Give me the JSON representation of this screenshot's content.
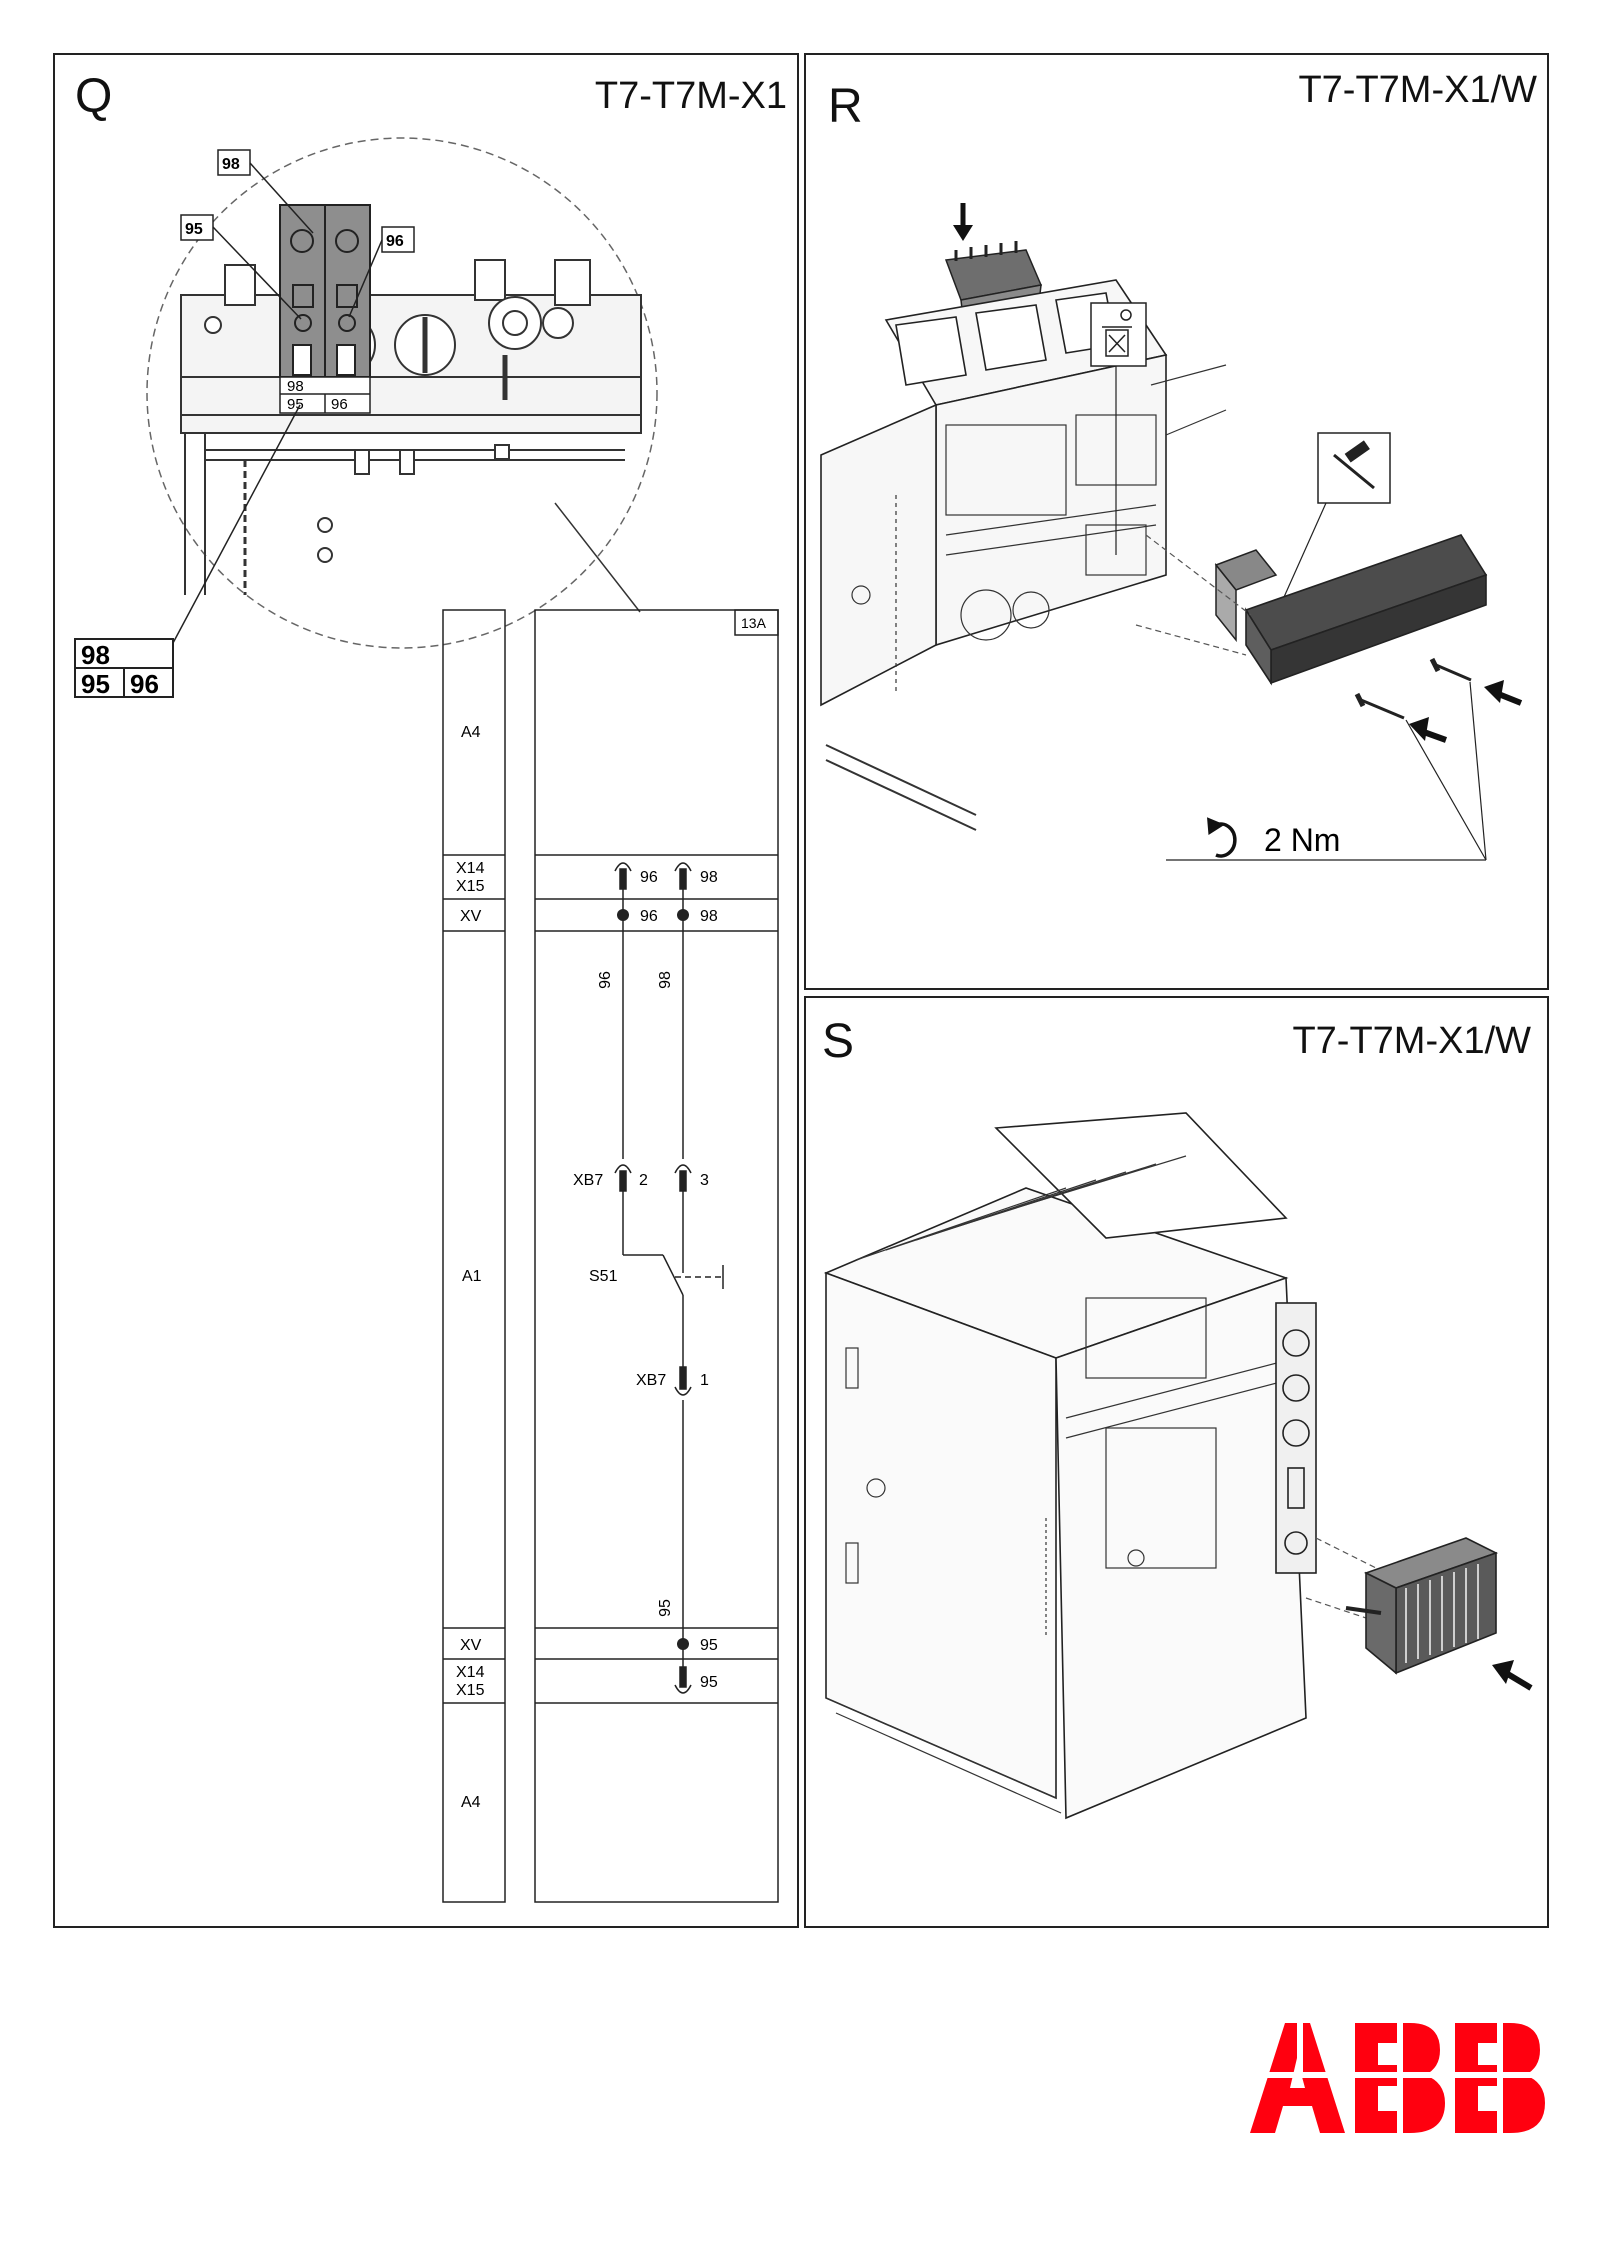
{
  "panels": {
    "q": {
      "label": "Q",
      "title": "T7-T7M-X1"
    },
    "r": {
      "label": "R",
      "title": "T7-T7M-X1/W",
      "torque": "2 Nm"
    },
    "s": {
      "label": "S",
      "title": "T7-T7M-X1/W"
    }
  },
  "detail": {
    "callout_98": "98",
    "callout_95": "95",
    "callout_96": "96",
    "block_top": "98",
    "block_bottom_left": "95",
    "block_bottom_right": "96"
  },
  "legend": {
    "top": "98",
    "bottom_left": "95",
    "bottom_right": "96"
  },
  "schematic": {
    "sheet_ref": "13A",
    "zones": {
      "top": "A4",
      "middle": "A1",
      "bottom": "A4"
    },
    "rows": {
      "x14": "X14",
      "x15": "X15",
      "xv": "XV"
    },
    "terminals": {
      "t96": "96",
      "t98": "98",
      "t95": "95"
    },
    "wires": {
      "w96": "96",
      "w98": "98",
      "w95": "95"
    },
    "connector": {
      "name": "XB7",
      "pin2": "2",
      "pin3": "3",
      "pin1": "1"
    },
    "switch": "S51"
  },
  "brand": {
    "logo_text": "ABB",
    "color": "#ff000f"
  }
}
